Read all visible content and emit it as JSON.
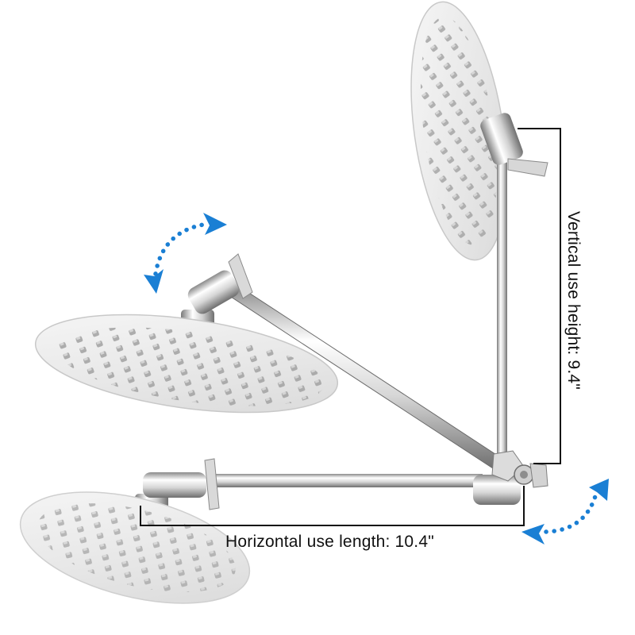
{
  "product": {
    "name": "Adjustable rainfall shower head with extension arm",
    "dimensions": {
      "horizontal": {
        "label": "Horizontal use length: 10.4\"",
        "value": 10.4,
        "unit": "in"
      },
      "vertical": {
        "label": "Vertical use height: 9.4\"",
        "value": 9.4,
        "unit": "in"
      }
    },
    "positions": [
      "vertical",
      "angled",
      "horizontal"
    ]
  },
  "colors": {
    "arrow": "#1a7fd4",
    "dimension_line": "#111111",
    "chrome_light": "#f2f2f2",
    "chrome_dark": "#7a7a7a",
    "nozzle": "#9a9a9a"
  },
  "icons": {
    "rotate_arrow_top": "curved-double-arrow-icon",
    "rotate_arrow_bottom": "curved-double-arrow-icon"
  }
}
